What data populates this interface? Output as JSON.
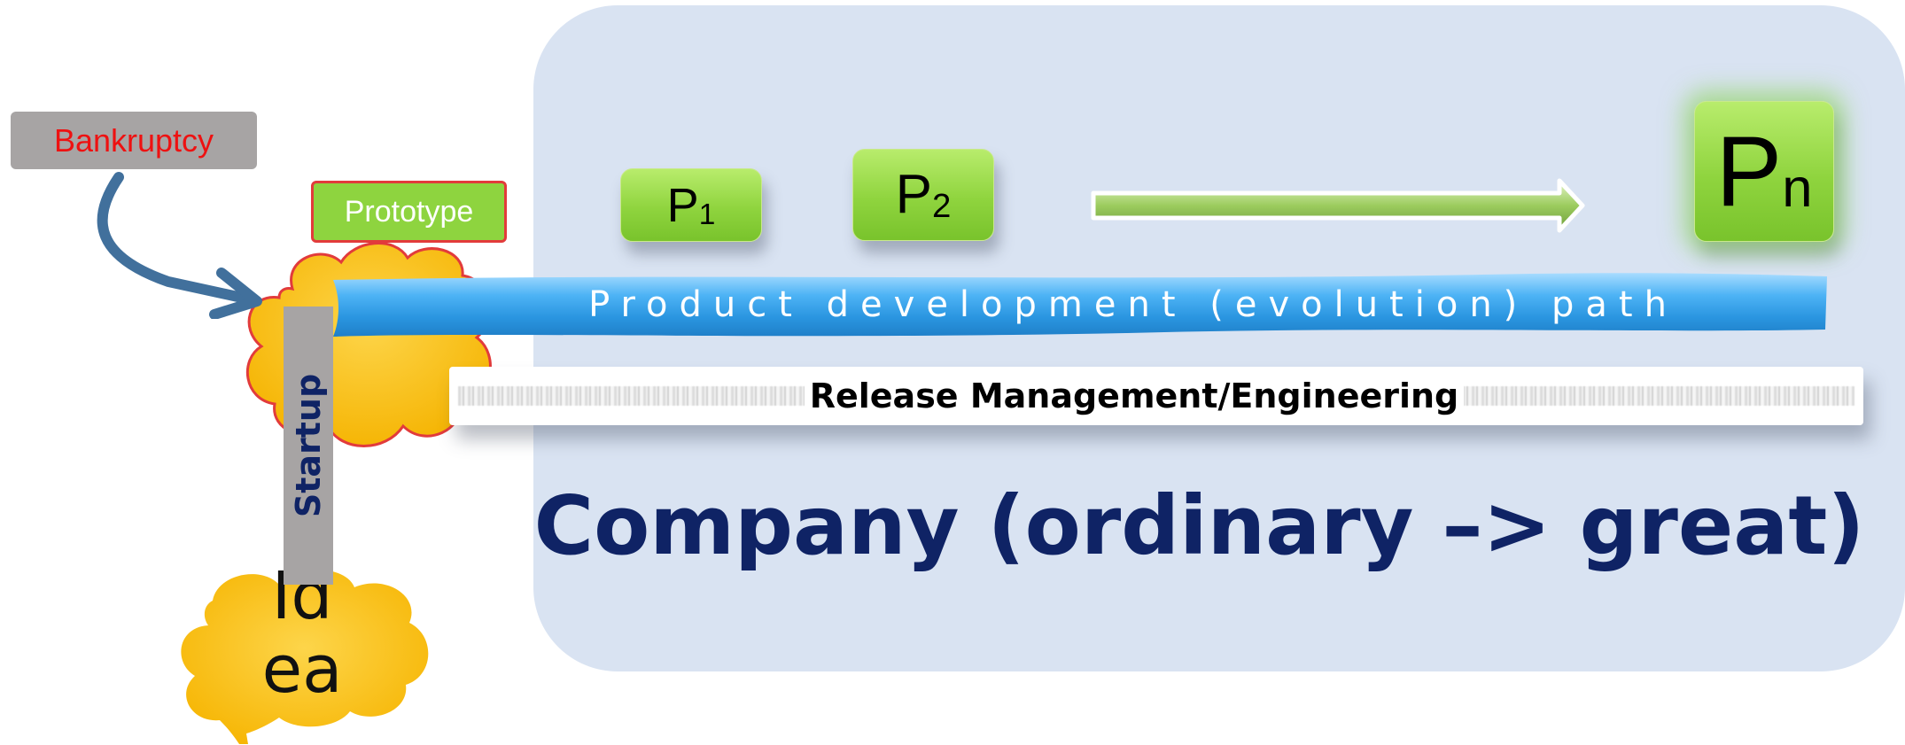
{
  "bankruptcy": {
    "label": "Bankruptcy"
  },
  "prototype": {
    "label": "Prototype"
  },
  "startup": {
    "label": "Startup"
  },
  "idea": {
    "line1": "Id",
    "line2": "ea"
  },
  "products": {
    "p1": {
      "base": "P",
      "sub": "1"
    },
    "p2": {
      "base": "P",
      "sub": "2"
    },
    "pn": {
      "base": "P",
      "sub": "n"
    }
  },
  "path": {
    "label": "Product development (evolution) path"
  },
  "release": {
    "label": "Release Management/Engineering"
  },
  "company": {
    "label": "Company (ordinary –> great)"
  },
  "colors": {
    "panel": "#d9e3f2",
    "product_green": "#8fd43e",
    "ribbon_blue": "#36a6ec",
    "bankruptcy_text": "#ee1111",
    "navy_text": "#0f2365",
    "cloud_yellow": "#fbc02d",
    "cloud_border": "#e23b3b",
    "arrow_blue": "#41709c"
  }
}
